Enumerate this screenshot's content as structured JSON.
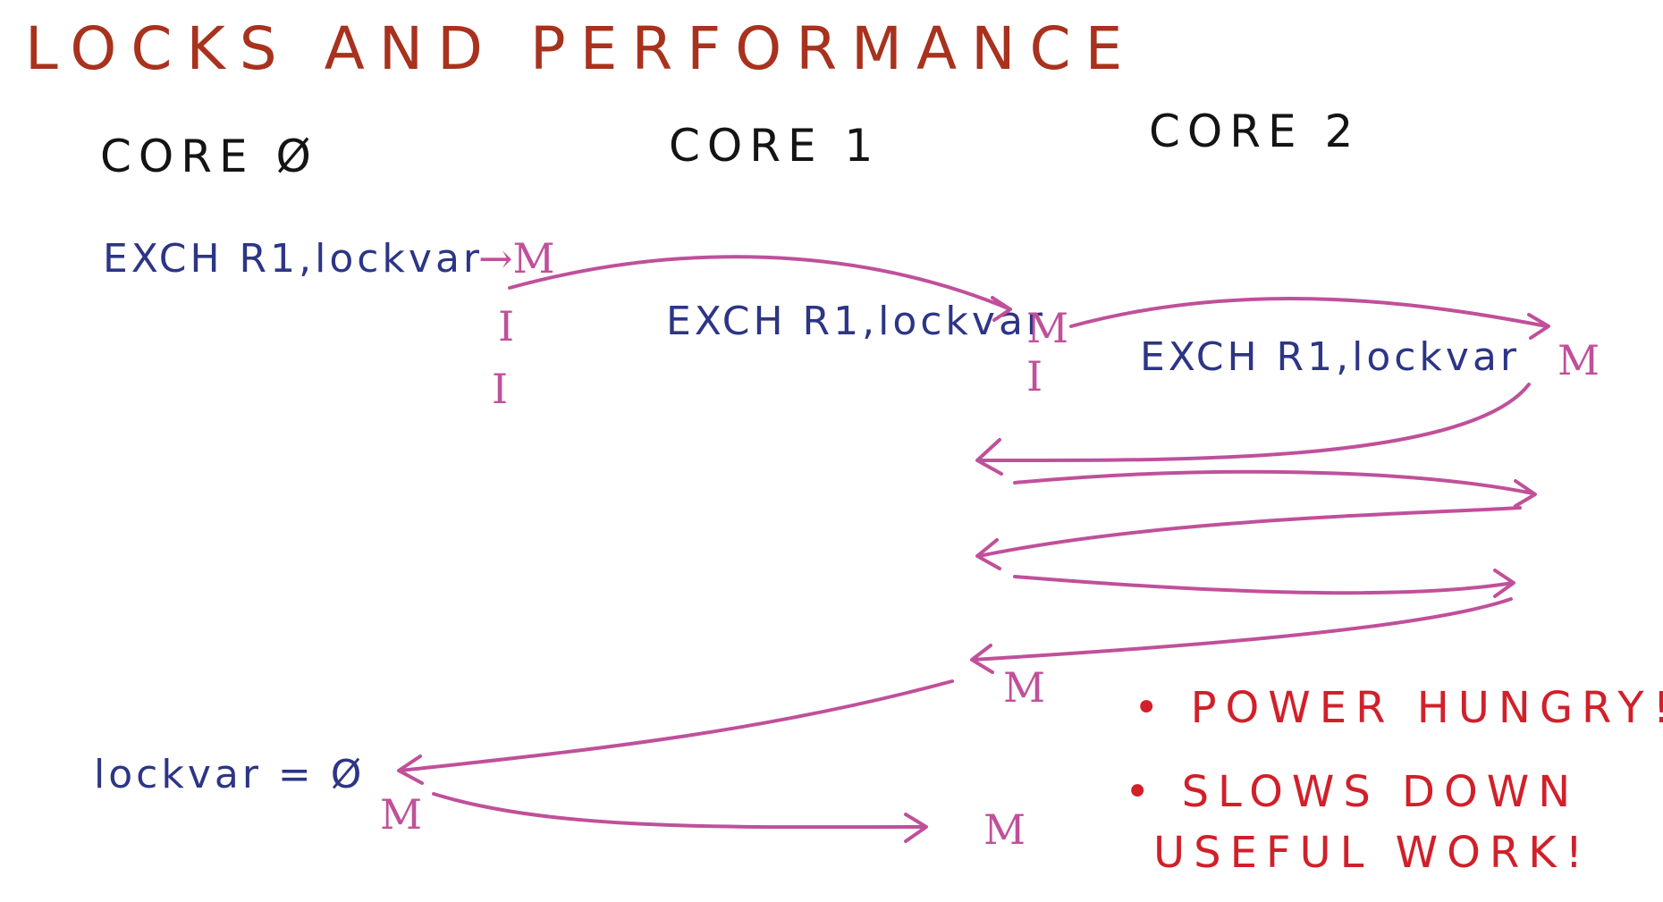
{
  "title": "LOCKS  AND  PERFORMANCE",
  "cores": [
    "CORE   Ø",
    "CORE  1",
    "CORE  2"
  ],
  "instructions": {
    "core0_exch": "EXCH  R1,lockvar",
    "core1_exch": "EXCH R1,lockvar",
    "core2_exch": "EXCH  R1,lockvar",
    "core0_release": "lockvar = Ø"
  },
  "states": {
    "core0_m_top": "→M",
    "core0_i1": "I",
    "core0_i2": "I",
    "core1_m": "M",
    "core1_i": "I",
    "core2_m": "M",
    "core1_m_bottom": "M",
    "core0_m_bottom": "M",
    "core1_m_final": "M"
  },
  "notes": {
    "power": "• POWER  HUNGRY!",
    "slow1": "• SLOWS  DOWN",
    "slow2": "USEFUL  WORK!"
  },
  "colors": {
    "title": "#a8321e",
    "core_label": "#141414",
    "instruction": "#2d3585",
    "coherence_state": "#c0509a",
    "note": "#d1202a"
  }
}
